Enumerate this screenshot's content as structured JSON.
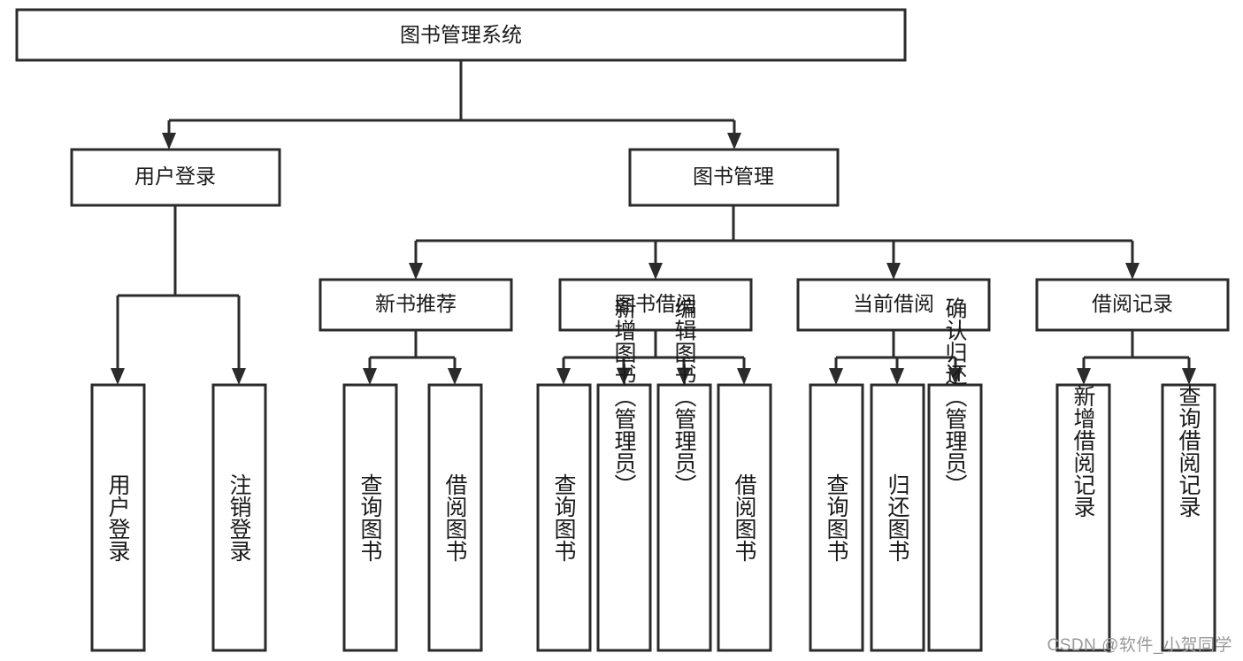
{
  "diagram": {
    "title": "图书管理系统",
    "type": "tree-hierarchy-chart",
    "root": {
      "id": "root",
      "label": "图书管理系统",
      "orientation": "horizontal"
    },
    "level2": [
      {
        "id": "user-login",
        "label": "用户登录",
        "orientation": "horizontal"
      },
      {
        "id": "book-management",
        "label": "图书管理",
        "orientation": "horizontal"
      }
    ],
    "level3": [
      {
        "id": "new-book-recommend",
        "label": "新书推荐",
        "parent": "book-management",
        "orientation": "horizontal"
      },
      {
        "id": "book-borrow",
        "label": "图书借阅",
        "parent": "book-management",
        "orientation": "horizontal"
      },
      {
        "id": "current-borrow",
        "label": "当前借阅",
        "parent": "book-management",
        "orientation": "horizontal"
      },
      {
        "id": "borrow-record",
        "label": "借阅记录",
        "parent": "book-management",
        "orientation": "horizontal"
      }
    ],
    "leaves": [
      {
        "id": "leaf-user-login",
        "label": "用户登录",
        "parent": "user-login",
        "orientation": "vertical"
      },
      {
        "id": "leaf-user-logout",
        "label": "注销登录",
        "parent": "user-login",
        "orientation": "vertical"
      },
      {
        "id": "leaf-query-book-1",
        "label": "查询图书",
        "parent": "new-book-recommend",
        "orientation": "vertical"
      },
      {
        "id": "leaf-borrow-book-1",
        "label": "借阅图书",
        "parent": "new-book-recommend",
        "orientation": "vertical"
      },
      {
        "id": "leaf-query-book-2",
        "label": "查询图书",
        "parent": "book-borrow",
        "orientation": "vertical"
      },
      {
        "id": "leaf-add-book",
        "label": "新增图书（管理员）",
        "parent": "book-borrow",
        "orientation": "vertical"
      },
      {
        "id": "leaf-edit-book",
        "label": "编辑图书（管理员）",
        "parent": "book-borrow",
        "orientation": "vertical"
      },
      {
        "id": "leaf-borrow-book-2",
        "label": "借阅图书",
        "parent": "book-borrow",
        "orientation": "vertical"
      },
      {
        "id": "leaf-query-book-3",
        "label": "查询图书",
        "parent": "current-borrow",
        "orientation": "vertical"
      },
      {
        "id": "leaf-return-book",
        "label": "归还图书",
        "parent": "current-borrow",
        "orientation": "vertical"
      },
      {
        "id": "leaf-confirm-return",
        "label": "确认归还（管理员）",
        "parent": "current-borrow",
        "orientation": "vertical"
      },
      {
        "id": "leaf-add-record",
        "label": "新增借阅记录",
        "parent": "borrow-record",
        "orientation": "vertical"
      },
      {
        "id": "leaf-query-record",
        "label": "查询借阅记录",
        "parent": "borrow-record",
        "orientation": "vertical"
      }
    ],
    "colors": {
      "box_stroke": "#2b2b2b",
      "box_fill": "#ffffff",
      "edge": "#2b2b2b",
      "text": "#1a1a1a",
      "background": "#ffffff",
      "watermark": "#9a9a9a"
    }
  },
  "watermark": {
    "text": "CSDN @软件_小贺同学"
  }
}
